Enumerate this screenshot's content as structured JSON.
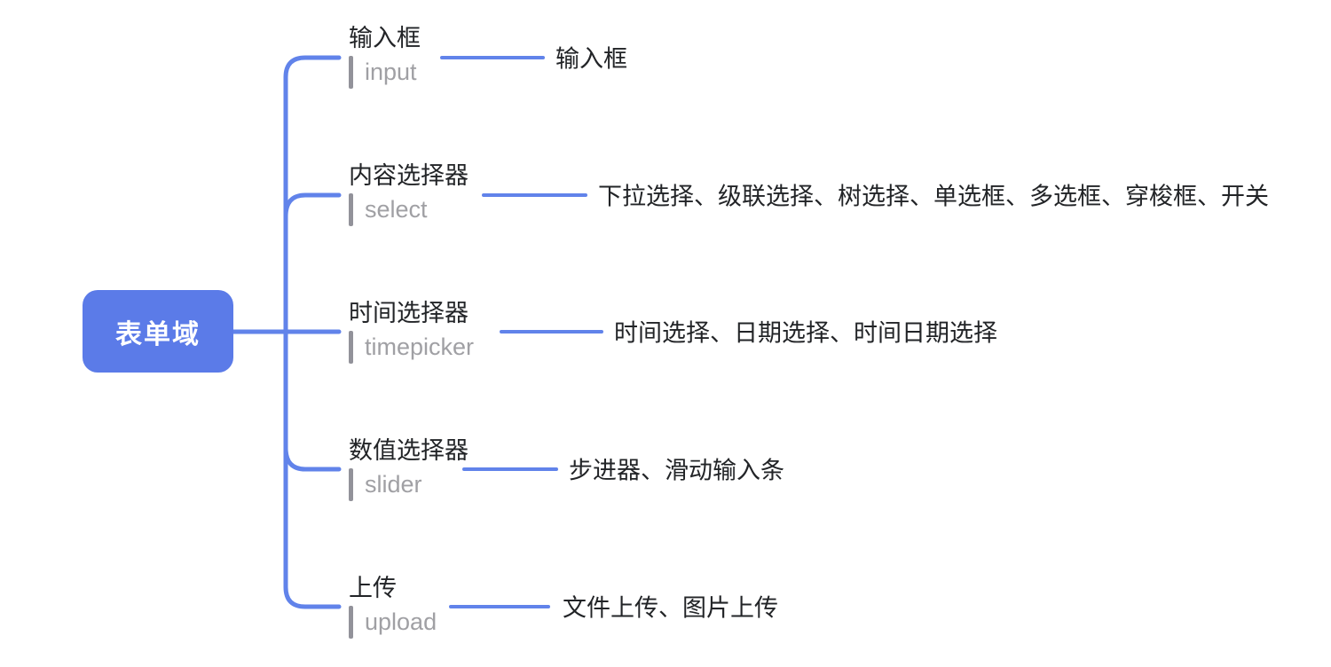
{
  "colors": {
    "node-blue": "#5b7be8",
    "line-blue": "#6183ea",
    "text-dark": "#222427",
    "text-gray": "#a0a0a4",
    "bar-gray": "#92929a",
    "background": "#ffffff"
  },
  "root": {
    "label": "表单域"
  },
  "branches": [
    {
      "title": "输入框",
      "code": "input",
      "children_label": "输入框"
    },
    {
      "title": "内容选择器",
      "code": "select",
      "children_label": "下拉选择、级联选择、树选择、单选框、多选框、穿梭框、开关"
    },
    {
      "title": "时间选择器",
      "code": "timepicker",
      "children_label": "时间选择、日期选择、时间日期选择"
    },
    {
      "title": "数值选择器",
      "code": "slider",
      "children_label": "步进器、滑动输入条"
    },
    {
      "title": "上传",
      "code": "upload",
      "children_label": "文件上传、图片上传"
    }
  ]
}
